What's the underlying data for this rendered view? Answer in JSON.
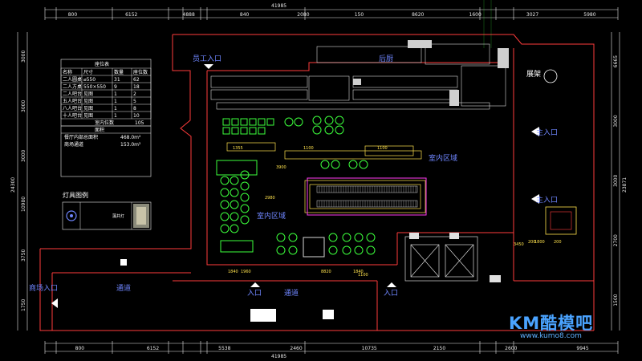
{
  "dimensions": {
    "top_total": "41985",
    "top_segments": [
      "800",
      "6152",
      "4888",
      "840",
      "2080",
      "150",
      "8620",
      "1600",
      "3027",
      "5980"
    ],
    "bottom_total": "41985",
    "bottom_segments": [
      "800",
      "6152",
      "5538",
      "2460",
      "10735",
      "2150",
      "2600",
      "9945"
    ],
    "left_total": "24300",
    "left_segments": [
      "3000",
      "3000",
      "3000",
      "10980",
      "3750",
      "1750"
    ],
    "right_total": "23871",
    "right_segments": [
      "6665",
      "3000",
      "3000",
      "2700",
      "1500"
    ],
    "inner_dims": [
      "1355",
      "1100",
      "1100",
      "2980",
      "3900",
      "1840",
      "1960",
      "8820",
      "1840",
      "1100",
      "3450",
      "200",
      "1800",
      "200"
    ]
  },
  "seat_table": {
    "title": "座位表",
    "headers": [
      "名称",
      "尺寸",
      "数量",
      "座位数"
    ],
    "rows": [
      [
        "二人圆桌",
        "⌀550",
        "31",
        "62"
      ],
      [
        "二人方桌",
        "550×550",
        "9",
        "18"
      ],
      [
        "二人吧台",
        "见图",
        "1",
        "2"
      ],
      [
        "五人吧台",
        "见图",
        "1",
        "5"
      ],
      [
        "八人吧台",
        "见图",
        "1",
        "8"
      ],
      [
        "十人吧台",
        "见图",
        "1",
        "10"
      ]
    ],
    "total_label": "室内位数",
    "total_value": "105",
    "area_title": "面积",
    "area_rows": [
      [
        "餐厅内部总面积",
        "468.0m²"
      ],
      [
        "商场通道",
        "153.0m²"
      ]
    ]
  },
  "lamp_legend": {
    "title": "灯具图例",
    "item_label": "藻井灯"
  },
  "room_labels": {
    "staff_entrance": "员工入口",
    "kitchen": "后厨",
    "dining_1": "室内区域",
    "dining_2": "室内区域",
    "shelf": "展架",
    "main_entrance_1": "主入口",
    "main_entrance_2": "主入口",
    "mall_entrance": "商场入口",
    "corridor": "通道",
    "entrance_bottom_1": "入口",
    "entrance_bottom_2": "入口",
    "dim_small": "1100",
    "note_left": "入口"
  },
  "watermark": {
    "brand": "KM酷模吧",
    "url": "www.kumo8.com"
  },
  "colors": {
    "background": "#000000",
    "wall": "#ff3b3b",
    "furniture": "#3cff3c",
    "dimension": "#e8e8e8",
    "label": "#6f86ff",
    "equipment": "#d8d8d8",
    "accent_magenta": "#ff3df2",
    "accent_yellow": "#ffe24d",
    "watermark": "#4aa3ff"
  }
}
